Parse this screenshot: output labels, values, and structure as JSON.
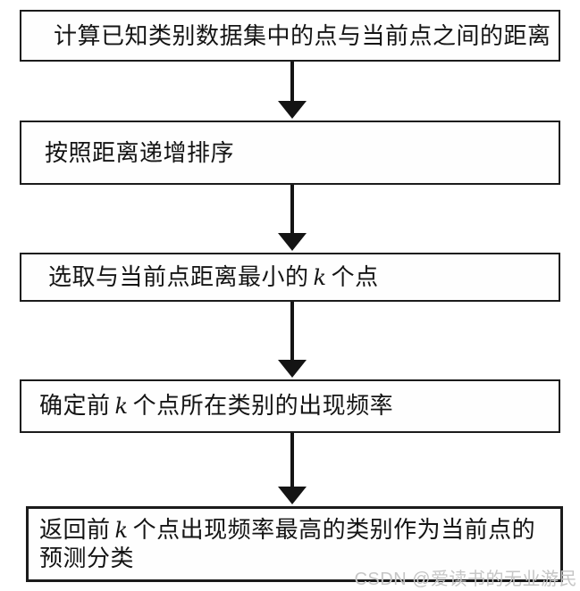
{
  "flowchart": {
    "title_semantic": "KNN classification algorithm steps",
    "boxes": [
      {
        "id": "step-1",
        "segments": [
          {
            "t": "计算已知类别数据集中的点与当前点之间的距离"
          }
        ]
      },
      {
        "id": "step-2",
        "segments": [
          {
            "t": "按照距离递增排序"
          }
        ]
      },
      {
        "id": "step-3",
        "segments": [
          {
            "t": "选取与当前点距离最小的"
          },
          {
            "t": "k",
            "italic": true
          },
          {
            "t": "个点"
          }
        ]
      },
      {
        "id": "step-4",
        "segments": [
          {
            "t": "确定前"
          },
          {
            "t": "k",
            "italic": true
          },
          {
            "t": "个点所在类别的出现频率"
          }
        ]
      },
      {
        "id": "step-5",
        "segments": [
          {
            "t": "返回前"
          },
          {
            "t": "k",
            "italic": true
          },
          {
            "t": "个点出现频率最高的类别作为当前点的预测分类"
          }
        ]
      }
    ],
    "arrows": [
      {
        "from": "step-1",
        "to": "step-2",
        "direction": "down"
      },
      {
        "from": "step-2",
        "to": "step-3",
        "direction": "down"
      },
      {
        "from": "step-3",
        "to": "step-4",
        "direction": "down"
      },
      {
        "from": "step-4",
        "to": "step-5",
        "direction": "down"
      }
    ],
    "watermark": "CSDN @爱读书的无业游民"
  },
  "colors": {
    "border": "#1b1b1b",
    "text": "#141414",
    "arrow": "#141414",
    "background": "#ffffff",
    "watermark": "#c6c6c6"
  }
}
